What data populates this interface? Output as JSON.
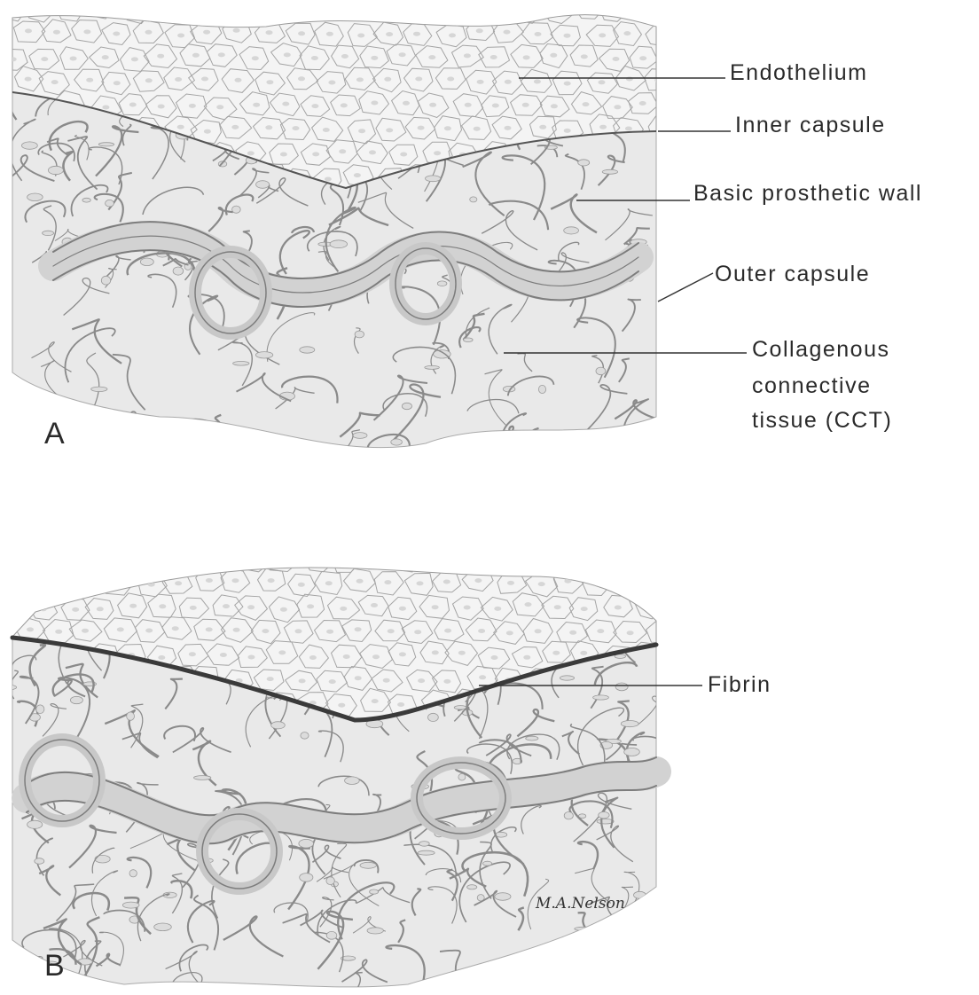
{
  "panels": [
    {
      "letter": "A",
      "labels": {
        "endothelium": "Endothelium",
        "inner_capsule": "Inner capsule",
        "basic_prosthetic_wall": "Basic prosthetic wall",
        "outer_capsule": "Outer capsule",
        "cct_line1": "Collagenous",
        "cct_line2": "connective",
        "cct_line3": "tissue (CCT)"
      }
    },
    {
      "letter": "B",
      "labels": {
        "fibrin": "Fibrin"
      }
    }
  ],
  "signature": "M.A.Nelson",
  "colors": {
    "paper": "#ffffff",
    "ink": "#2a2a2a",
    "fibrin_band": "#3a3a3a",
    "cells_fill": "#f4f4f4",
    "tissue_fill": "#e9e9e9",
    "fiber_stroke": "#8a8a8a"
  }
}
